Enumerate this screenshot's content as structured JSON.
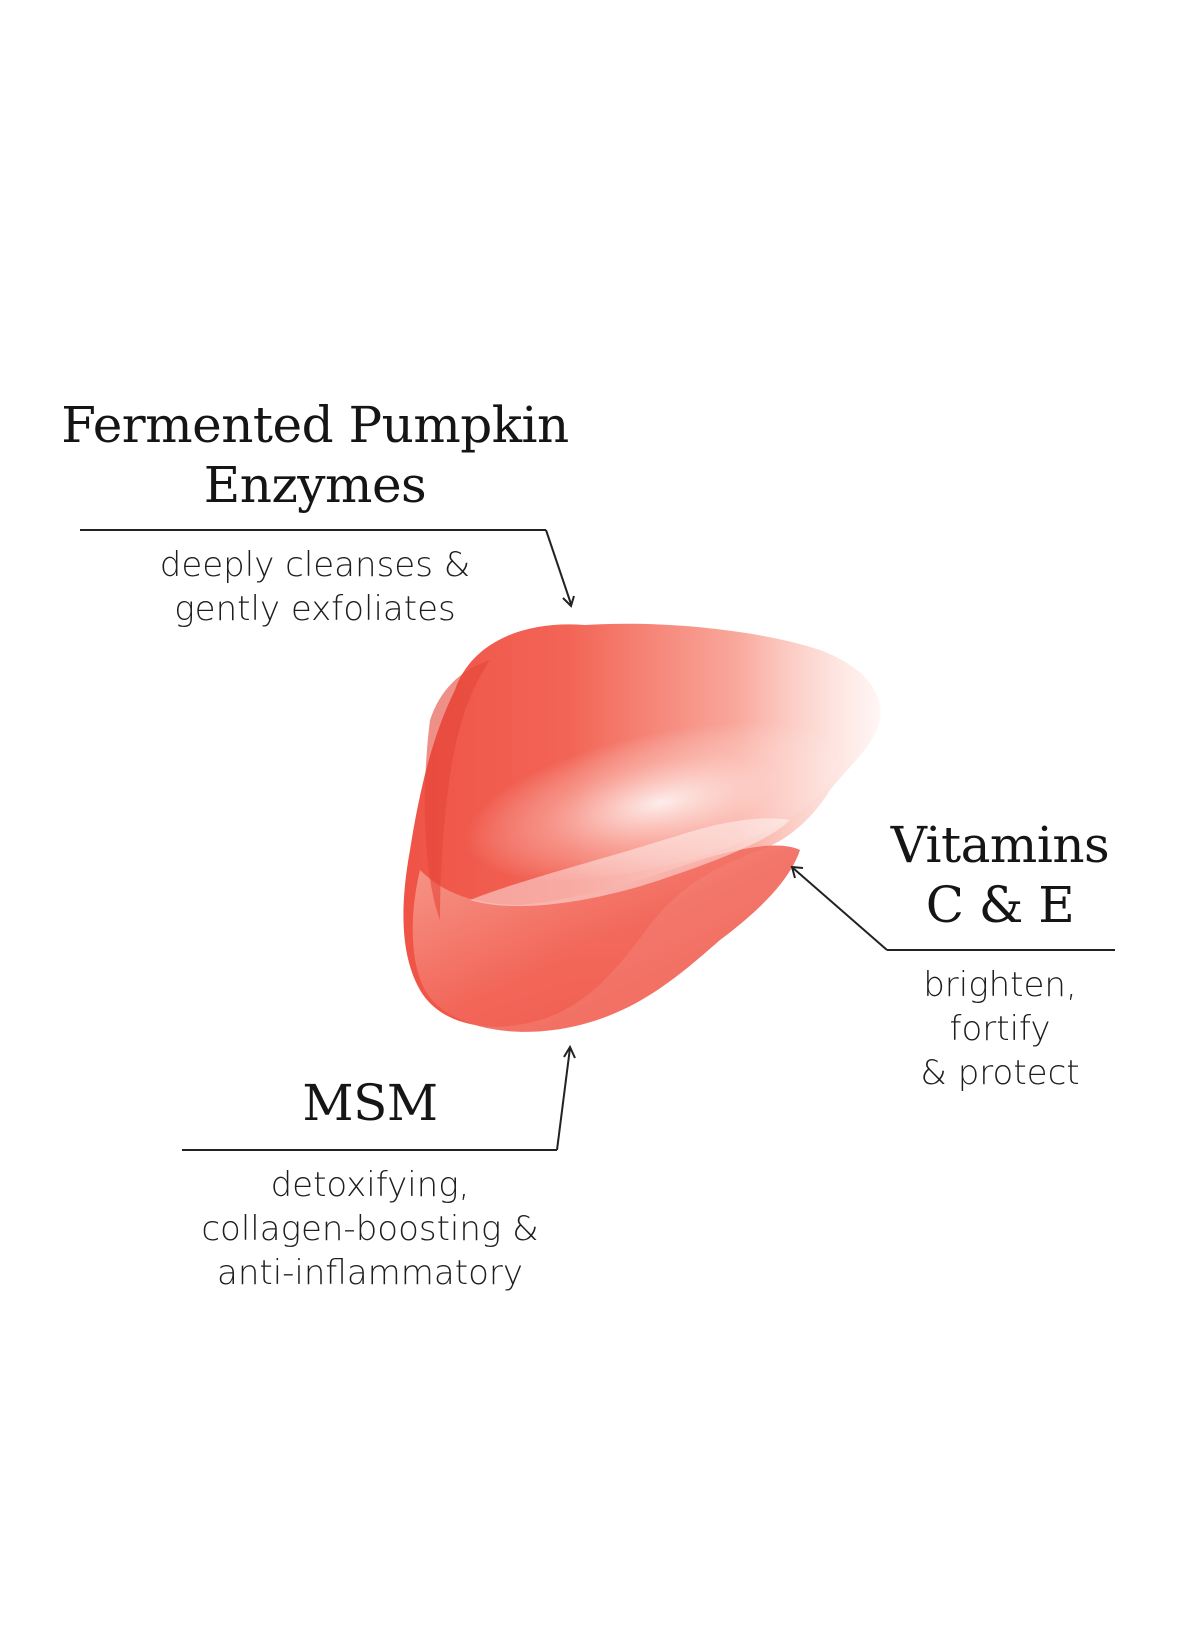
{
  "callouts": {
    "pumpkin": {
      "title": "Fermented Pumpkin\nEnzymes",
      "description": "deeply cleanses &\ngently exfoliates"
    },
    "vitamins": {
      "title": "Vitamins\nC & E",
      "description": "brighten,\nfortify\n& protect"
    },
    "msm": {
      "title": "MSM",
      "description": "detoxifying,\ncollagen-boosting &\nanti-inflammatory"
    }
  },
  "colors": {
    "product": "#f0584c",
    "product_highlight": "#ffd9d2",
    "line": "#222222",
    "background": "#ffffff"
  }
}
